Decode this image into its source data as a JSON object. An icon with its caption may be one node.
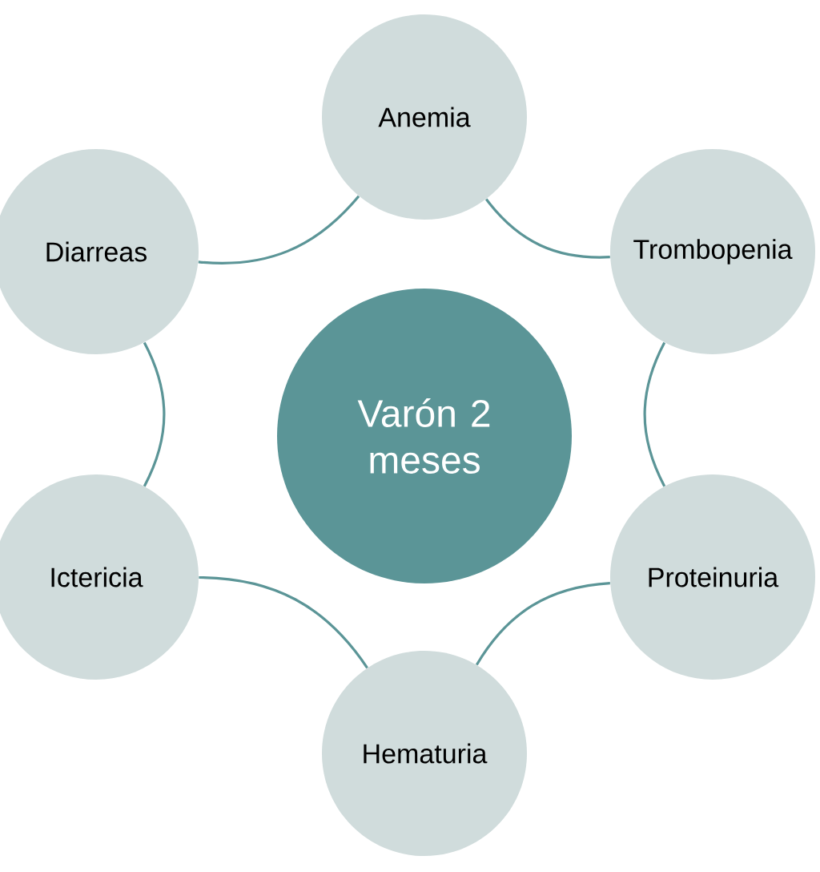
{
  "diagram": {
    "nodes": [
      {
        "text": [
          "Varón 2 meses"
        ]
      },
      {
        "text": [
          "Anemia"
        ]
      },
      {
        "text": [
          "Trombopenia"
        ]
      },
      {
        "text": [
          "Proteinuria"
        ]
      },
      {
        "text": [
          "Hematuria"
        ]
      },
      {
        "text": [
          "Ictericia"
        ]
      },
      {
        "text": [
          "Diarreas"
        ]
      }
    ],
    "edges": [
      {
        "from": 1,
        "to": 2,
        "arrow": "none"
      },
      {
        "from": 2,
        "to": 3,
        "arrow": "none"
      },
      {
        "from": 3,
        "to": 4,
        "arrow": "none"
      },
      {
        "from": 4,
        "to": 5,
        "arrow": "none"
      },
      {
        "from": 5,
        "to": 6,
        "arrow": "none"
      },
      {
        "from": 6,
        "to": 1,
        "arrow": "none"
      }
    ]
  }
}
